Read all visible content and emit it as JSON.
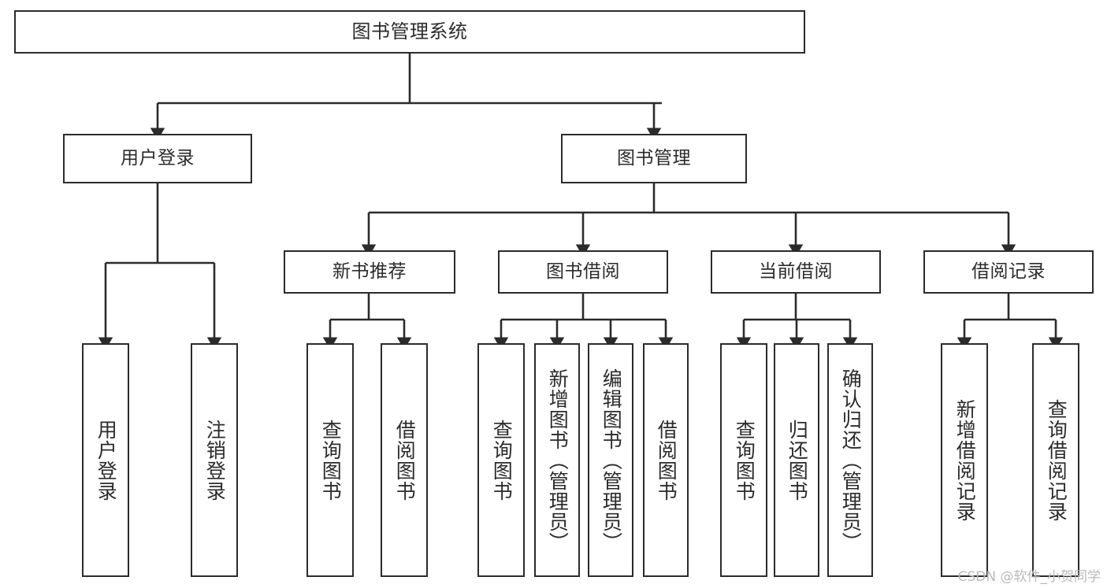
{
  "diagram": {
    "title": "图书管理系统",
    "type": "tree",
    "watermark": "CSDN @软件_小贺同学",
    "line_color": "#2b2b2b",
    "box_fill": "#ffffff",
    "text_color": "#2b2b2b",
    "nodes": {
      "root": {
        "label": "图书管理系统"
      },
      "level2": [
        {
          "id": "user-login",
          "label": "用户登录"
        },
        {
          "id": "book-manage",
          "label": "图书管理"
        }
      ],
      "level3": [
        {
          "id": "new-book-recommend",
          "label": "新书推荐"
        },
        {
          "id": "book-borrow",
          "label": "图书借阅"
        },
        {
          "id": "current-borrow",
          "label": "当前借阅"
        },
        {
          "id": "borrow-record",
          "label": "借阅记录"
        }
      ],
      "leaves": {
        "user-login": [
          {
            "id": "leaf-user-login",
            "label": "用户登录"
          },
          {
            "id": "leaf-user-logout",
            "label": "注销登录"
          }
        ],
        "new-book-recommend": [
          {
            "id": "leaf-query-book-1",
            "label": "查询图书"
          },
          {
            "id": "leaf-borrow-book-1",
            "label": "借阅图书"
          }
        ],
        "book-borrow": [
          {
            "id": "leaf-query-book-2",
            "label": "查询图书"
          },
          {
            "id": "leaf-add-book",
            "label": "新增图书（管理员）"
          },
          {
            "id": "leaf-edit-book",
            "label": "编辑图书（管理员）"
          },
          {
            "id": "leaf-borrow-book-2",
            "label": "借阅图书"
          }
        ],
        "current-borrow": [
          {
            "id": "leaf-query-book-3",
            "label": "查询图书"
          },
          {
            "id": "leaf-return-book",
            "label": "归还图书"
          },
          {
            "id": "leaf-confirm-return",
            "label": "确认归还（管理员）"
          }
        ],
        "borrow-record": [
          {
            "id": "leaf-add-record",
            "label": "新增借阅记录"
          },
          {
            "id": "leaf-query-record",
            "label": "查询借阅记录"
          }
        ]
      }
    }
  }
}
